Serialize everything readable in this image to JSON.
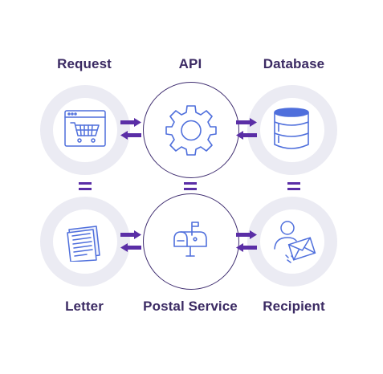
{
  "top_row": {
    "request_label": "Request",
    "api_label": "API",
    "database_label": "Database"
  },
  "bottom_row": {
    "letter_label": "Letter",
    "postal_label": "Postal Service",
    "recipient_label": "Recipient"
  },
  "icons": {
    "request": "shopping-cart-browser-icon",
    "api": "gear-icon",
    "database": "database-icon",
    "letter": "document-icon",
    "postal": "mailbox-icon",
    "recipient": "user-envelope-icon"
  },
  "colors": {
    "label": "#3b2a63",
    "icon_stroke": "#4f6fdc",
    "arrow": "#5a2ea6",
    "ring": "#ebebf3",
    "center_ring": "#3f2d70"
  }
}
